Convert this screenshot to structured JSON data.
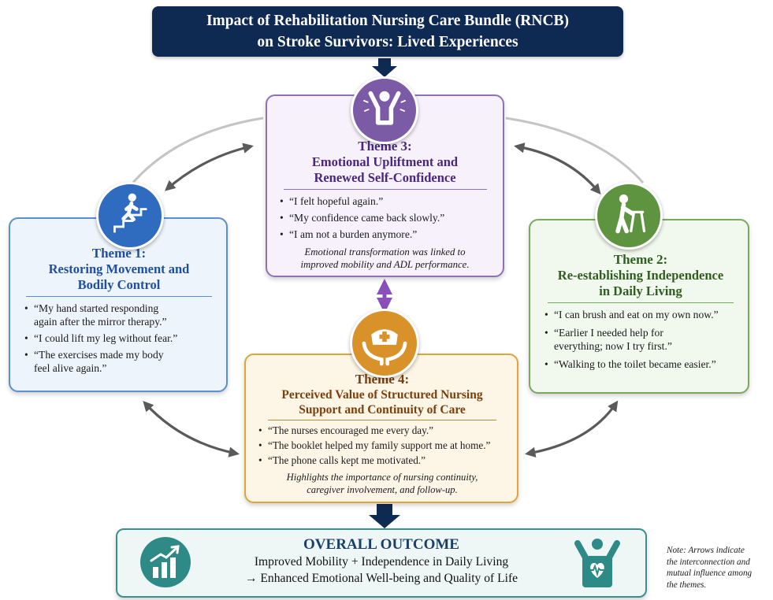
{
  "header": {
    "title_line1": "Impact of Rehabilitation Nursing Care Bundle (RNCB)",
    "title_line2": "on Stroke Survivors: Lived Experiences"
  },
  "themes": {
    "theme3": {
      "label": "Theme 3:",
      "title_line1": "Emotional Upliftment and",
      "title_line2": "Renewed Self-Confidence",
      "quotes": [
        "“I felt hopeful again.”",
        "“My confidence came back slowly.”",
        "“I am not a burden anymore.”"
      ],
      "note_line1": "Emotional transformation was linked to",
      "note_line2": "improved mobility and ADL performance.",
      "icon": "person-raising-arms-heart-icon",
      "color": "#7b5aa6"
    },
    "theme1": {
      "label": "Theme 1:",
      "title_line1": "Restoring Movement and",
      "title_line2": "Bodily Control",
      "quotes": [
        [
          "“My hand started responding",
          "again after the mirror therapy.”"
        ],
        [
          "“I could lift my leg without fear.”"
        ],
        [
          "“The exercises made my body",
          "feel alive again.”"
        ]
      ],
      "icon": "person-climbing-stairs-icon",
      "color": "#2f6cc0"
    },
    "theme2": {
      "label": "Theme 2:",
      "title_line1": "Re-establishing Independence",
      "title_line2": "in Daily Living",
      "quotes": [
        [
          "“I can brush and eat on my own now.”"
        ],
        [
          "“Earlier I needed help for",
          "everything; now I try first.”"
        ],
        [
          "“Walking to the toilet became easier.”"
        ]
      ],
      "icon": "elderly-person-with-walker-icon",
      "color": "#5e9440"
    },
    "theme4": {
      "label": "Theme 4:",
      "title_line1": "Perceived Value of Structured Nursing",
      "title_line2": "Support and Continuity of Care",
      "quotes": [
        "“The nurses encouraged me every day.”",
        "“The booklet helped my family support me at home.”",
        "“The phone calls kept me motivated.”"
      ],
      "note_line1": "Highlights the importance of nursing continuity,",
      "note_line2": "caregiver involvement, and follow-up.",
      "icon": "nurse-cap-in-hands-icon",
      "color": "#d9922a"
    }
  },
  "outcome": {
    "title": "OVERALL OUTCOME",
    "line1": "Improved Mobility + Independence in Daily Living",
    "line2": "→ Enhanced Emotional Well-being and Quality of Life",
    "left_icon": "growth-bar-chart-icon",
    "right_icon": "person-with-heartbeat-icon",
    "color": "#2e8a87"
  },
  "note": {
    "line1": "Note: Arrows indicate",
    "line2": "the interconnection and",
    "line3": "mutual influence among",
    "line4": "the themes."
  }
}
